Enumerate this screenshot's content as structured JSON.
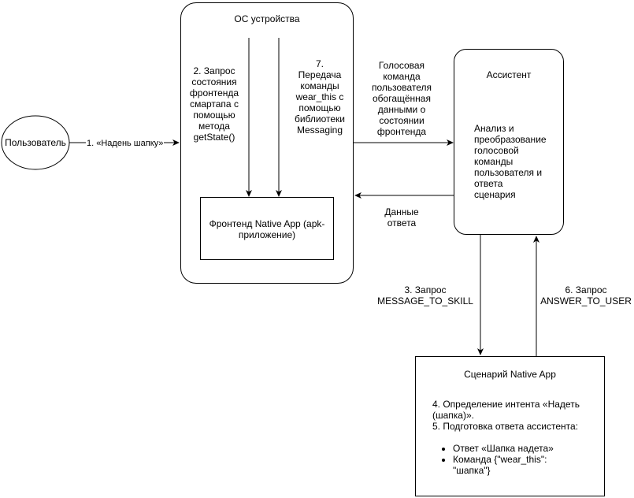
{
  "nodes": {
    "user": {
      "label": "Пользователь"
    },
    "os": {
      "label": "ОС устройства"
    },
    "frontend": {
      "label": "Фронтенд Native App (apk-\nприложение)"
    },
    "assistant": {
      "label": "Ассистент",
      "body": "Анализ и\nпреобразование\nголосовой\nкоманды\nпользователя и\nответа\nсценария"
    },
    "scenario": {
      "label": "Сценарий Native App",
      "steps": [
        "4. Определение интента «Надеть\n(шапка)».",
        "5. Подготовка ответа ассистента:"
      ],
      "bullets": [
        "Ответ «Шапка надета»",
        "Команда {\"wear_this\":\n\"шапка\"}"
      ]
    }
  },
  "edges": {
    "e1": {
      "label": "1. «Надень шапку»"
    },
    "e2": {
      "label": "2. Запрос\nсостояния\nфронтенда\nсмартапа с\nпомощью\nметода\ngetState()"
    },
    "e7": {
      "label": "7.\nПередача\nкоманды\nwear_this с\nпомощью\nбиблиотеки\nMessaging"
    },
    "voice": {
      "label": "Голосовая\nкоманда\nпользователя\nобогащённая\nданными о\nсостоянии\nфронтенда"
    },
    "response": {
      "label": "Данные\nответа"
    },
    "e3": {
      "label": "3. Запрос\nMESSAGE_TO_SKILL"
    },
    "e6": {
      "label": "6. Запрос\nANSWER_TO_USER"
    }
  }
}
